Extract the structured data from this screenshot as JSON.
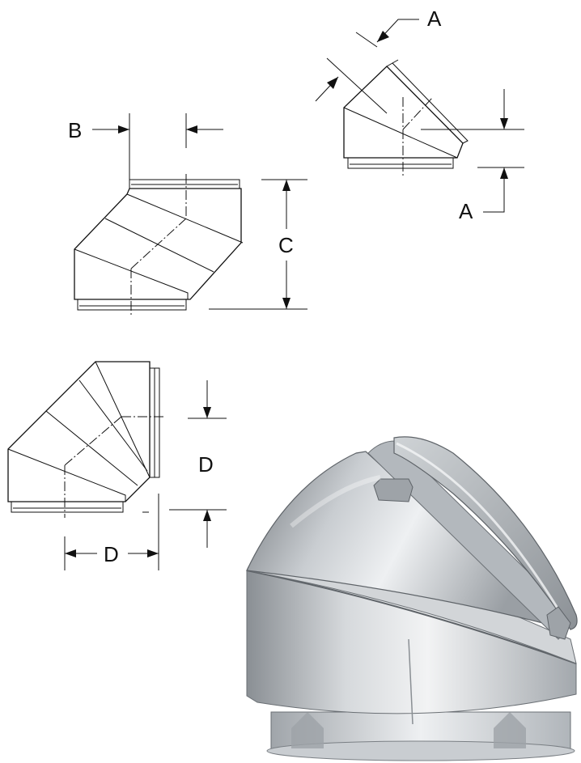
{
  "labels": {
    "a_top": "A",
    "a_bottom": "A",
    "b": "B",
    "c": "C",
    "d_vertical": "D",
    "d_horizontal": "D"
  },
  "colors": {
    "line": "#111111",
    "metal_light": "#e6e8ea",
    "metal_mid": "#b8bcc0",
    "metal_dark": "#7d8287"
  }
}
